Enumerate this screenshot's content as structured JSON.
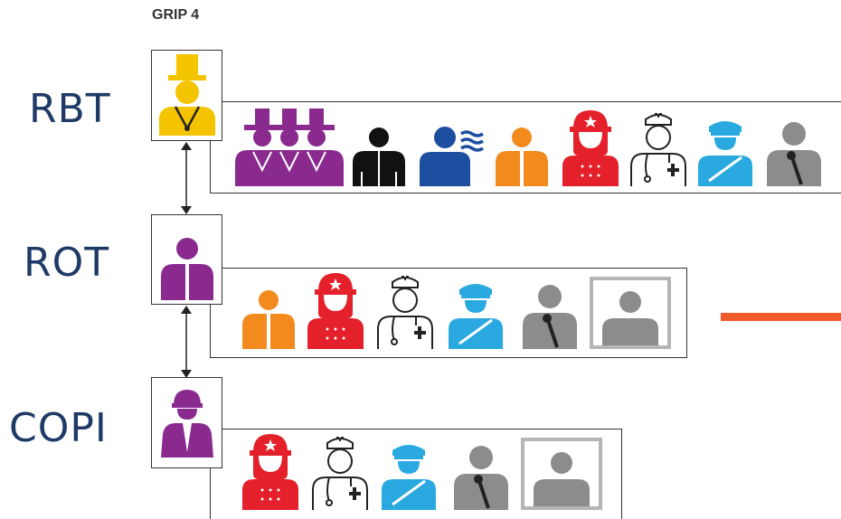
{
  "title": "GRIP 4",
  "rows": [
    {
      "label": "RBT",
      "role_icon": "top-hat-mayor-icon",
      "members": [
        "group-of-top-hats-icon",
        "black-person-icon",
        "blue-person-waves-icon",
        "orange-person-icon",
        "red-firefighter-icon",
        "nurse-outline-icon",
        "blue-police-icon",
        "grey-speaker-microphone-icon"
      ]
    },
    {
      "label": "ROT",
      "role_icon": "purple-person-icon",
      "members": [
        "orange-person-icon",
        "red-firefighter-icon",
        "nurse-outline-icon",
        "blue-police-icon",
        "grey-speaker-microphone-icon",
        "grey-screen-person-icon"
      ]
    },
    {
      "label": "COPI",
      "role_icon": "purple-helmet-person-icon",
      "members": [
        "red-firefighter-icon",
        "nurse-outline-icon",
        "blue-police-icon",
        "grey-speaker-microphone-icon",
        "grey-screen-person-icon"
      ]
    }
  ],
  "colors": {
    "label": "#1f3a66",
    "yellow": "#f5c400",
    "purple": "#8a2a8f",
    "orange": "#f28a1e",
    "red": "#e4202a",
    "blue": "#29a9e0",
    "darkblue": "#1d4fa0",
    "grey": "#8c8c8c",
    "accent": "#f05a28"
  }
}
